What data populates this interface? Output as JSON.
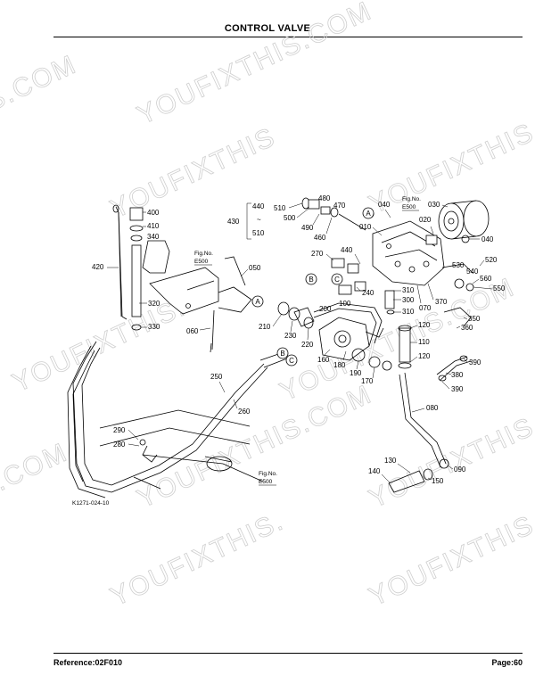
{
  "header": {
    "title": "CONTROL VALVE"
  },
  "footer": {
    "reference": "Reference:02F010",
    "page": "Page:60"
  },
  "watermarks": [
    "S.COM",
    "YOUFIXTHIS.COM",
    "YOUFIXTHIS",
    "YOUFIXTHIS",
    "YOUFIXTHIS.",
    "YOUFIXTHIS.COM",
    "S.COM",
    "YOUFIXTHIS.COM",
    "YOUFIXTHIS",
    "YOUFIXTHIS.",
    "YOUFIXTHIS.COM"
  ],
  "figure_code": "K1271-024-10",
  "fig_refs": [
    {
      "line1": "Fig.No.",
      "line2": "E500"
    },
    {
      "line1": "Fig.No.",
      "line2": "E500"
    },
    {
      "line1": "Fig.No.",
      "line2": "E500"
    }
  ],
  "callout_circles": [
    "A",
    "A",
    "B",
    "C",
    "B",
    "C"
  ],
  "range_label": {
    "from": "440",
    "tilde": "~",
    "to": "510",
    "ref": "430"
  },
  "part_labels": [
    "400",
    "410",
    "340",
    "420",
    "320",
    "330",
    "050",
    "060",
    "210",
    "230",
    "220",
    "200",
    "160",
    "180",
    "190",
    "170",
    "100",
    "250",
    "260",
    "290",
    "280",
    "510",
    "500",
    "480",
    "470",
    "490",
    "460",
    "040",
    "010",
    "020",
    "030",
    "040",
    "270",
    "440",
    "240",
    "310",
    "300",
    "070",
    "310",
    "530",
    "540",
    "520",
    "560",
    "550",
    "370",
    "350",
    "360",
    "120",
    "110",
    "120",
    "380",
    "390",
    "390",
    "080",
    "130",
    "140",
    "150",
    "090"
  ]
}
